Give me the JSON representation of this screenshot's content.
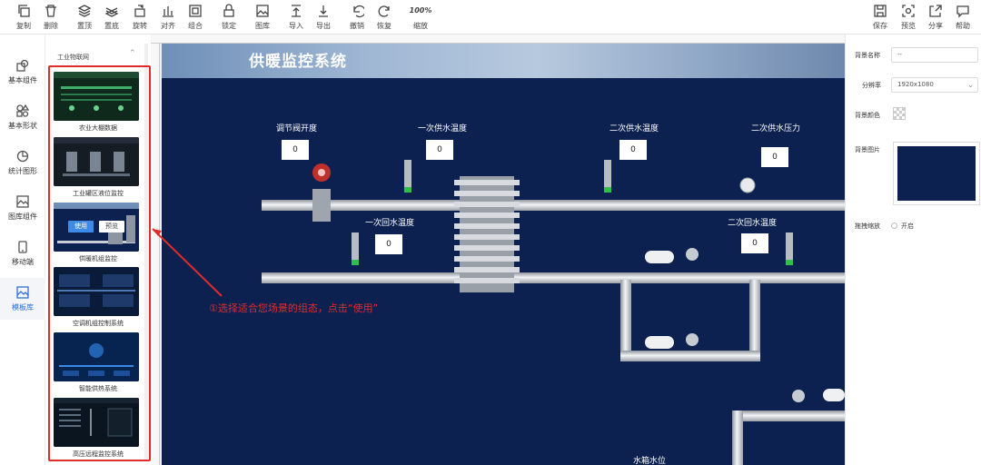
{
  "toolbar": {
    "left": [
      {
        "icon": "copy-icon",
        "label": "复制"
      },
      {
        "icon": "delete-icon",
        "label": "删除"
      },
      {
        "icon": "layer-top-icon",
        "label": "置顶"
      },
      {
        "icon": "layer-bottom-icon",
        "label": "置底"
      },
      {
        "icon": "rotate-icon",
        "label": "旋转"
      },
      {
        "icon": "align-icon",
        "label": "对齐"
      },
      {
        "icon": "group-icon",
        "label": "组合"
      },
      {
        "icon": "lock-icon",
        "label": "锁定"
      },
      {
        "icon": "image-library-icon",
        "label": "图库"
      },
      {
        "icon": "import-icon",
        "label": "导入"
      },
      {
        "icon": "export-icon",
        "label": "导出"
      },
      {
        "icon": "undo-icon",
        "label": "撤销"
      },
      {
        "icon": "redo-icon",
        "label": "恢复"
      }
    ],
    "zoom": {
      "value": "100%",
      "label": "缩放"
    },
    "right": [
      {
        "icon": "save-icon",
        "label": "保存"
      },
      {
        "icon": "preview-icon",
        "label": "预览"
      },
      {
        "icon": "share-icon",
        "label": "分享"
      },
      {
        "icon": "help-icon",
        "label": "帮助"
      }
    ]
  },
  "leftnav": [
    {
      "icon": "basic-component-icon",
      "label": "基本组件"
    },
    {
      "icon": "basic-shape-icon",
      "label": "基本形状"
    },
    {
      "icon": "statistics-chart-icon",
      "label": "统计图形"
    },
    {
      "icon": "gallery-component-icon",
      "label": "图库组件"
    },
    {
      "icon": "mobile-icon",
      "label": "移动端"
    },
    {
      "icon": "template-library-icon",
      "label": "模板库"
    }
  ],
  "templates": {
    "category": "工业物联网",
    "use_label": "使用",
    "preview_label": "预览",
    "items": [
      "农业大棚数据",
      "工业罐区液位监控",
      "供暖机组监控",
      "空调机组控制系统",
      "智能供热系统",
      "高压远程监控系统"
    ]
  },
  "canvas": {
    "title": "供暖监控系统",
    "sensors": [
      {
        "label": "调节阀开度",
        "value": "0"
      },
      {
        "label": "一次供水温度",
        "value": "0"
      },
      {
        "label": "二次供水温度",
        "value": "0"
      },
      {
        "label": "二次供水压力",
        "value": "0"
      },
      {
        "label": "一次回水温度",
        "value": "0"
      },
      {
        "label": "二次回水温度",
        "value": "0"
      }
    ],
    "bottom_label": "水箱水位"
  },
  "annotation": "①选择适合您场景的组态，点击“使用”",
  "properties": {
    "bg_name_label": "背景名称",
    "bg_name_value": "--",
    "resolution_label": "分辨率",
    "resolution_value": "1920x1080",
    "bg_color_label": "背景颜色",
    "bg_image_label": "背景图片",
    "drag_zoom_label": "拖拽缩放",
    "drag_zoom_option": "开启"
  },
  "colors": {
    "accent": "#2f6fdc",
    "canvas_bg": "#0c2150",
    "highlight": "#e02b2b"
  }
}
